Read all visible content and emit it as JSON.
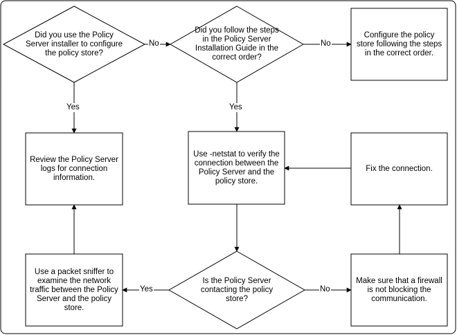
{
  "nodes": {
    "q_installer": "Did you use the Policy Server installer to configure the policy store?",
    "q_steps_order": "Did you follow the steps in the Policy Server Installation Guide in the correct order?",
    "configure_store": "Configure the policy store following the steps in the correct order.",
    "review_logs": "Review the Policy Server logs for connection information.",
    "use_netstat": "Use -netstat to verify the connection between the Policy Server and the policy store.",
    "fix_connection": "Fix the connection.",
    "packet_sniffer": "Use a packet sniffer to examine the network traffic between the Policy Server and the policy store.",
    "q_contacting": "Is the Policy Server contacting the policy store?",
    "check_firewall": "Make sure that a firewall is not blocking the communication."
  },
  "edges": {
    "installer_no": "No",
    "installer_yes": "Yes",
    "steps_no": "No",
    "steps_yes": "Yes",
    "contacting_yes": "Yes",
    "contacting_no": "No"
  }
}
